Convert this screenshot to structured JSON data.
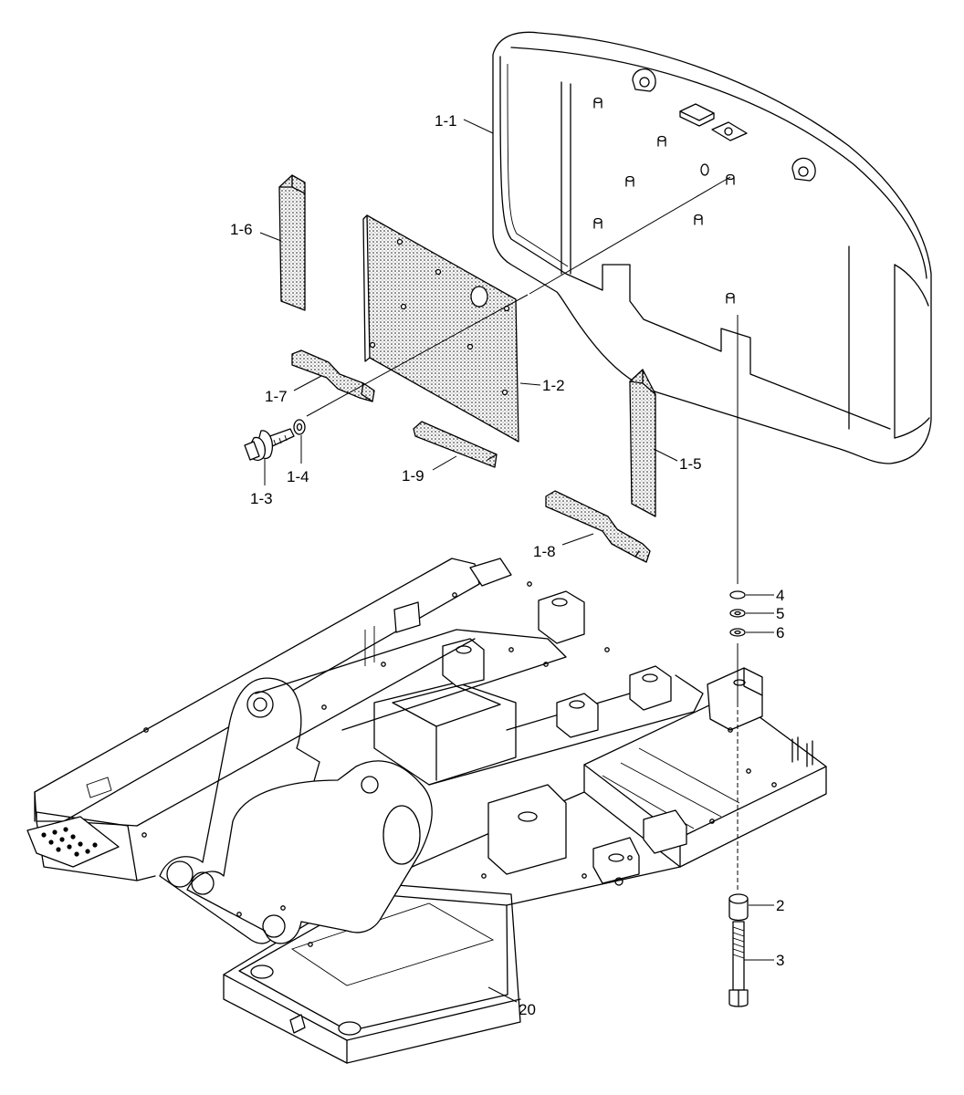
{
  "diagram": {
    "callouts": [
      {
        "id": "c-1-1",
        "text": "1-1"
      },
      {
        "id": "c-1-2",
        "text": "1-2"
      },
      {
        "id": "c-1-3",
        "text": "1-3"
      },
      {
        "id": "c-1-4",
        "text": "1-4"
      },
      {
        "id": "c-1-5",
        "text": "1-5"
      },
      {
        "id": "c-1-6",
        "text": "1-6"
      },
      {
        "id": "c-1-7",
        "text": "1-7"
      },
      {
        "id": "c-1-8",
        "text": "1-8"
      },
      {
        "id": "c-1-9",
        "text": "1-9"
      },
      {
        "id": "c-2",
        "text": "2"
      },
      {
        "id": "c-3",
        "text": "3"
      },
      {
        "id": "c-4",
        "text": "4"
      },
      {
        "id": "c-5",
        "text": "5"
      },
      {
        "id": "c-6",
        "text": "6"
      },
      {
        "id": "c-20",
        "text": "20"
      }
    ]
  }
}
